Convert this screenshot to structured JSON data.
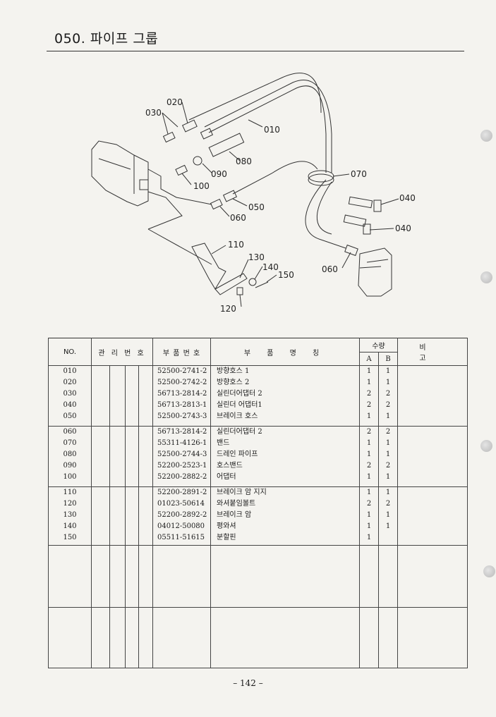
{
  "page_title": "050. 파이프 그룹",
  "page_number": "– 142 –",
  "diagram_labels": {
    "l010": "010",
    "l020": "020",
    "l030": "030",
    "l040a": "040",
    "l040b": "040",
    "l050": "050",
    "l060a": "060",
    "l060b": "060",
    "l070": "070",
    "l080": "080",
    "l090": "090",
    "l100": "100",
    "l110": "110",
    "l120": "120",
    "l130": "130",
    "l140": "140",
    "l150": "150"
  },
  "table": {
    "headers": {
      "no": "NO.",
      "mgmt": "관 리 번 호",
      "part_no": "부 품 번 호",
      "part_name": "부 품 명 칭",
      "qty": "수량",
      "qty_a": "A",
      "qty_b": "B",
      "remarks": "비 고"
    },
    "groups": [
      {
        "no": [
          "010",
          "020",
          "030",
          "040",
          "050"
        ],
        "part_no": [
          "52500-2741-2",
          "52500-2742-2",
          "56713-2814-2",
          "56713-2813-1",
          "52500-2743-3"
        ],
        "name": [
          "방향호스 1",
          "방향호스 2",
          "실린더어댑터 2",
          "실린더 어댑터1",
          "브레이크 호스"
        ],
        "a": [
          "1",
          "1",
          "2",
          "2",
          "1"
        ],
        "b": [
          "1",
          "1",
          "2",
          "2",
          "1"
        ]
      },
      {
        "no": [
          "060",
          "070",
          "080",
          "090",
          "100"
        ],
        "part_no": [
          "56713-2814-2",
          "55311-4126-1",
          "52500-2744-3",
          "52200-2523-1",
          "52200-2882-2"
        ],
        "name": [
          "실린더어댑터 2",
          "밴드",
          "드레인 파이프",
          "호스밴드",
          "어댑터"
        ],
        "a": [
          "2",
          "1",
          "1",
          "2",
          "1"
        ],
        "b": [
          "2",
          "1",
          "1",
          "2",
          "1"
        ]
      },
      {
        "no": [
          "110",
          "120",
          "130",
          "140",
          "150"
        ],
        "part_no": [
          "52200-2891-2",
          "01023-50614",
          "52200-2892-2",
          "04012-50080",
          "05511-51615"
        ],
        "name": [
          "브레이크 암 지지",
          "와셔붙임볼트",
          "브레이크 암",
          "평와셔",
          "분할핀"
        ],
        "a": [
          "1",
          "2",
          "1",
          "1",
          "1"
        ],
        "b": [
          "1",
          "2",
          "1",
          "1",
          ""
        ]
      }
    ]
  }
}
